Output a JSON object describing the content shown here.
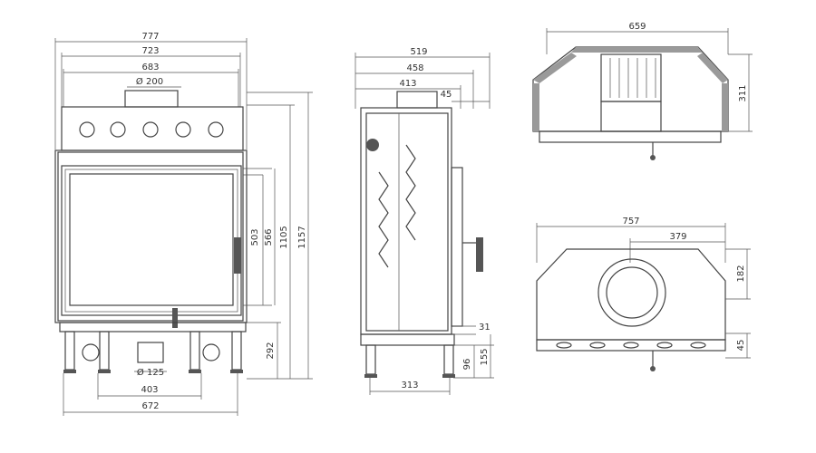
{
  "front_view": {
    "dims": {
      "width_777": "777",
      "width_723": "723",
      "width_683": "683",
      "flue_diameter": "Ø 200",
      "height_1157": "1157",
      "height_1105": "1105",
      "height_566": "566",
      "height_503": "503",
      "height_292": "292",
      "inlet_diameter": "Ø 125",
      "base_403": "403",
      "base_672": "672"
    }
  },
  "side_view": {
    "dims": {
      "depth_519": "519",
      "depth_458": "458",
      "depth_413": "413",
      "offset_45": "45",
      "gap_31": "31",
      "height_155": "155",
      "height_96": "96",
      "base_313": "313"
    }
  },
  "top_view": {
    "dims": {
      "width_659": "659",
      "depth_311": "311"
    }
  },
  "bottom_view": {
    "dims": {
      "width_757": "757",
      "offset_379": "379",
      "height_182": "182",
      "height_45": "45"
    }
  },
  "colors": {
    "line": "#444444",
    "hatch": "#9a9a9a",
    "dark": "#555555"
  }
}
